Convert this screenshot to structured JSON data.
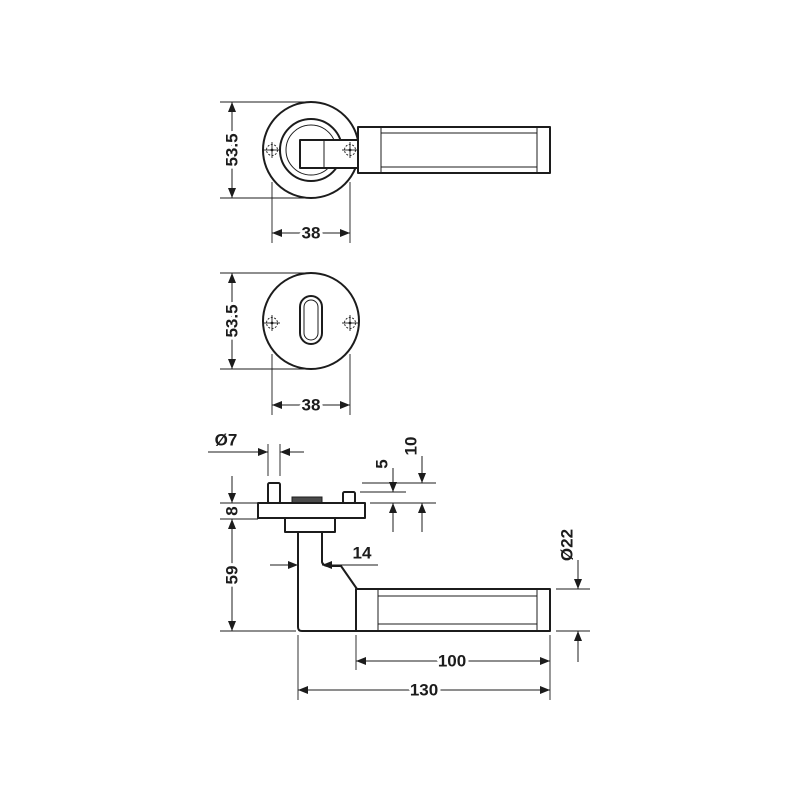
{
  "handle_front_view": {
    "rose_diameter": "53.5",
    "screw_spacing": "38"
  },
  "keyhole_front_view": {
    "rose_diameter": "53.5",
    "screw_spacing": "38"
  },
  "side_view": {
    "pin_diameter": "Ø7",
    "pin_height_long": "10",
    "pin_height_short": "5",
    "rose_thickness": "8",
    "neck_width": "14",
    "lever_diameter": "Ø22",
    "height": "59",
    "lever_length": "100",
    "total_projection": "130"
  },
  "colors": {
    "line": "#1c1c1c",
    "background": "#ffffff"
  }
}
